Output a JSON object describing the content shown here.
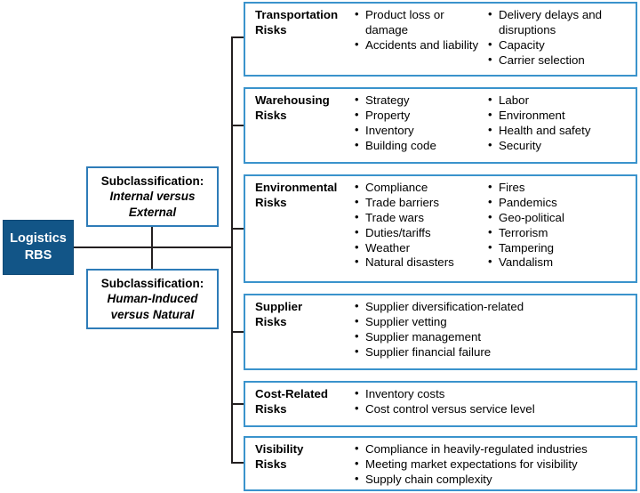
{
  "diagram": {
    "type": "risk-breakdown-structure-tree",
    "root": {
      "label_line1": "Logistics",
      "label_line2": "RBS"
    },
    "subclassifications": [
      {
        "title": "Subclassification:",
        "value_line1": "Internal versus",
        "value_line2": "External"
      },
      {
        "title": "Subclassification:",
        "value_line1": "Human-Induced",
        "value_line2": "versus Natural"
      }
    ],
    "categories": [
      {
        "title_line1": "Transportation",
        "title_line2": "Risks",
        "column_a": [
          "Product loss or damage",
          "Accidents and liability"
        ],
        "column_b": [
          "Delivery delays and disruptions",
          "Capacity",
          "Carrier selection"
        ]
      },
      {
        "title_line1": "Warehousing",
        "title_line2": "Risks",
        "column_a": [
          "Strategy",
          "Property",
          "Inventory",
          "Building code"
        ],
        "column_b": [
          "Labor",
          "Environment",
          "Health and safety",
          "Security"
        ]
      },
      {
        "title_line1": "Environmental",
        "title_line2": "Risks",
        "column_a": [
          "Compliance",
          "Trade barriers",
          "Trade wars",
          "Duties/tariffs",
          "Weather",
          "Natural disasters"
        ],
        "column_b": [
          "Fires",
          "Pandemics",
          "Geo-political",
          "Terrorism",
          "Tampering",
          "Vandalism"
        ]
      },
      {
        "title_line1": "Supplier",
        "title_line2": "Risks",
        "column_a": [
          "Supplier diversification-related",
          "Supplier vetting",
          "Supplier management",
          "Supplier financial failure"
        ],
        "column_b": []
      },
      {
        "title_line1": "Cost-Related",
        "title_line2": "Risks",
        "column_a": [
          "Inventory costs",
          "Cost control versus service level"
        ],
        "column_b": []
      },
      {
        "title_line1": "Visibility",
        "title_line2": "Risks",
        "column_a": [
          "Compliance in heavily-regulated industries",
          "Meeting market expectations for visibility",
          "Supply chain complexity"
        ],
        "column_b": []
      }
    ],
    "colors": {
      "root_fill": "#125587",
      "root_text": "#ffffff",
      "box_border": "#3a93cc",
      "sub_box_border": "#2e7cb8",
      "connector": "#231f20",
      "text": "#000000",
      "background": "#ffffff"
    }
  }
}
